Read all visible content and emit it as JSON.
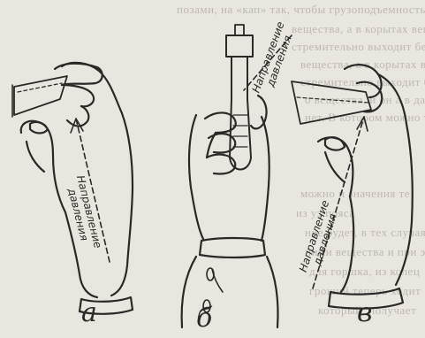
{
  "background_text_lines": [
    "позами, на «кап» так, чтобы грузоподъемность",
    "вещества, а в корытах вещество",
    "стремительно выходит без пустой обра",
    "вещества, а в корытах вещество",
    "стремительно выходит без пустой обра",
    "о вещества, и он а в дальнем",
    "нет. В котором можно теперь",
    "можно и значения те",
    "из уз пояса",
    "ние будет, в тех случаях, когда",
    "ними вещества и при этом",
    "для горшка, из колец",
    "гроший теперь ходит",
    "который, получает"
  ],
  "direction_label_line1": "Направление",
  "direction_label_line2": "давления",
  "figure_labels": [
    "а",
    "б",
    "в"
  ]
}
